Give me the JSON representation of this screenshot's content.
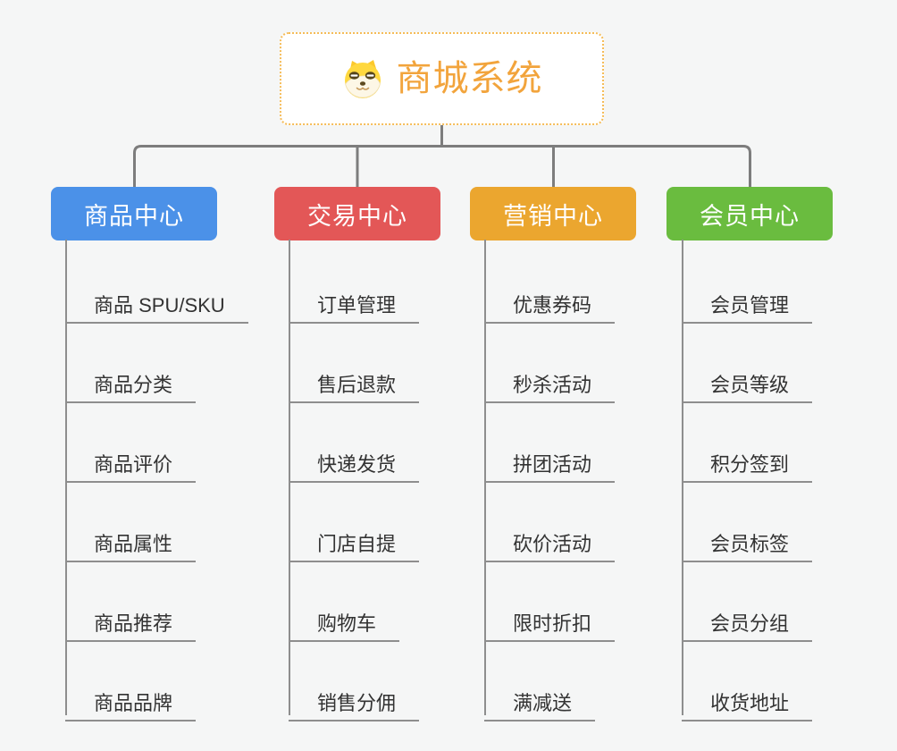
{
  "root": {
    "title": "商城系统",
    "title_color": "#f2a43c",
    "border_color": "#f5bc58",
    "icon": "shiba-dog-icon"
  },
  "connector_color": "#7d7d7d",
  "leaf_line_color": "#8e8e8e",
  "branches": [
    {
      "label": "商品中心",
      "color": "#4b91e8",
      "items": [
        "商品 SPU/SKU",
        "商品分类",
        "商品评价",
        "商品属性",
        "商品推荐",
        "商品品牌"
      ]
    },
    {
      "label": "交易中心",
      "color": "#e35757",
      "items": [
        "订单管理",
        "售后退款",
        "快递发货",
        "门店自提",
        "购物车",
        "销售分佣"
      ]
    },
    {
      "label": "营销中心",
      "color": "#eba62f",
      "items": [
        "优惠券码",
        "秒杀活动",
        "拼团活动",
        "砍价活动",
        "限时折扣",
        "满减送"
      ]
    },
    {
      "label": "会员中心",
      "color": "#6abc3f",
      "items": [
        "会员管理",
        "会员等级",
        "积分签到",
        "会员标签",
        "会员分组",
        "收货地址"
      ]
    }
  ]
}
